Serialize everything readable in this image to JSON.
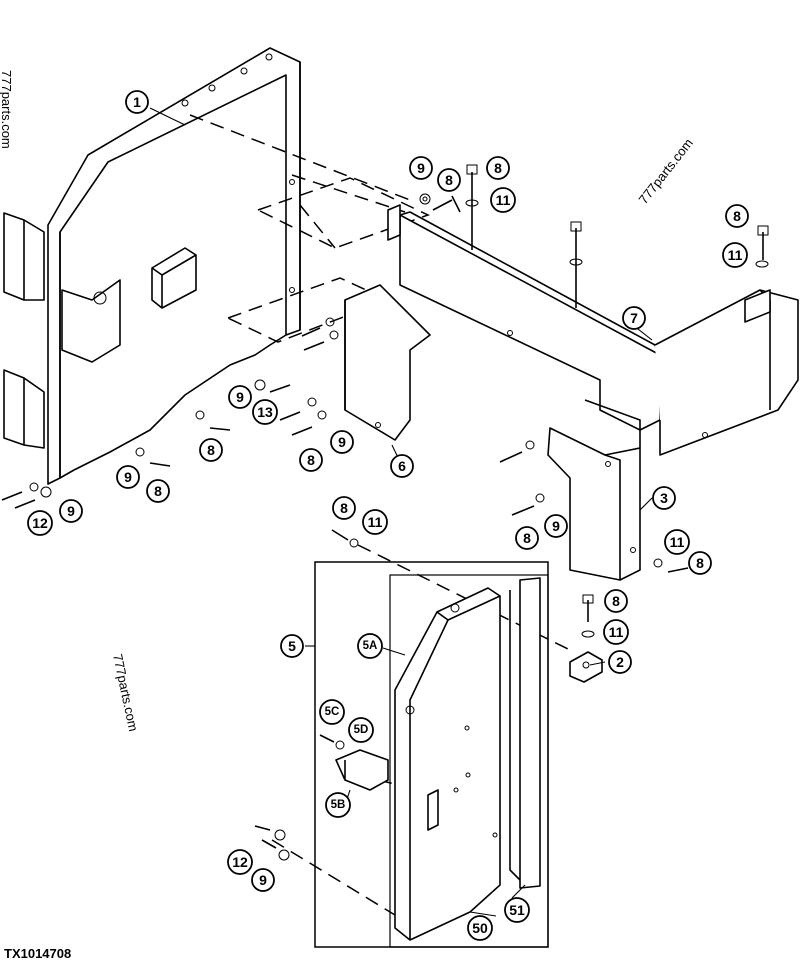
{
  "figure_id": "TX1014708",
  "watermarks": [
    "777parts.com",
    "777parts.com",
    "777parts.com"
  ],
  "callouts": [
    {
      "id": "c1",
      "label": "1"
    },
    {
      "id": "c2",
      "label": "2"
    },
    {
      "id": "c3",
      "label": "3"
    },
    {
      "id": "c5",
      "label": "5"
    },
    {
      "id": "c5a",
      "label": "5A"
    },
    {
      "id": "c5b",
      "label": "5B"
    },
    {
      "id": "c5c",
      "label": "5C"
    },
    {
      "id": "c5d",
      "label": "5D"
    },
    {
      "id": "c6",
      "label": "6"
    },
    {
      "id": "c7",
      "label": "7"
    },
    {
      "id": "c8a",
      "label": "8"
    },
    {
      "id": "c8b",
      "label": "8"
    },
    {
      "id": "c8c",
      "label": "8"
    },
    {
      "id": "c8d",
      "label": "8"
    },
    {
      "id": "c8e",
      "label": "8"
    },
    {
      "id": "c8f",
      "label": "8"
    },
    {
      "id": "c8g",
      "label": "8"
    },
    {
      "id": "c8h",
      "label": "8"
    },
    {
      "id": "c8i",
      "label": "8"
    },
    {
      "id": "c8j",
      "label": "8"
    },
    {
      "id": "c9a",
      "label": "9"
    },
    {
      "id": "c9b",
      "label": "9"
    },
    {
      "id": "c9c",
      "label": "9"
    },
    {
      "id": "c9d",
      "label": "9"
    },
    {
      "id": "c9e",
      "label": "9"
    },
    {
      "id": "c9f",
      "label": "9"
    },
    {
      "id": "c9g",
      "label": "9"
    },
    {
      "id": "c11a",
      "label": "11"
    },
    {
      "id": "c11b",
      "label": "11"
    },
    {
      "id": "c11c",
      "label": "11"
    },
    {
      "id": "c11d",
      "label": "11"
    },
    {
      "id": "c11e",
      "label": "11"
    },
    {
      "id": "c12a",
      "label": "12"
    },
    {
      "id": "c12b",
      "label": "12"
    },
    {
      "id": "c13",
      "label": "13"
    },
    {
      "id": "c50",
      "label": "50"
    },
    {
      "id": "c51",
      "label": "51"
    }
  ]
}
